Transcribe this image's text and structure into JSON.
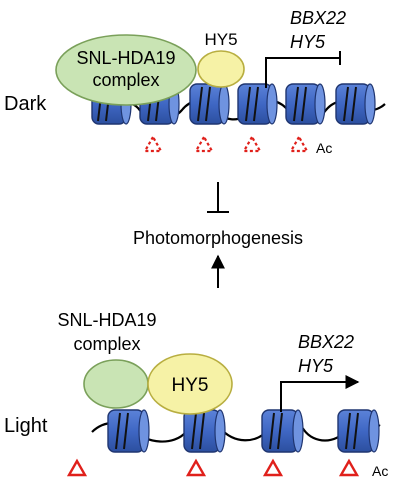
{
  "dark_panel": {
    "condition_label": "Dark",
    "complex_label_line1": "SNL-HDA19",
    "complex_label_line2": "complex",
    "tf_label": "HY5",
    "gene_label_line1": "BBX22",
    "gene_label_line2": "HY5",
    "acetylation_label": "Ac",
    "acetylation_marks": "dashed"
  },
  "center": {
    "process_label": "Photomorphogenesis",
    "dark_effect": "inhibits",
    "light_effect": "promotes"
  },
  "light_panel": {
    "condition_label": "Light",
    "complex_label_line1": "SNL-HDA19",
    "complex_label_line2": "complex",
    "tf_label": "HY5",
    "gene_label_line1": "BBX22",
    "gene_label_line2": "HY5",
    "acetylation_label": "Ac",
    "acetylation_marks": "solid"
  },
  "colors": {
    "nucleosome": "#3f67c4",
    "nucleosome_dark": "#2a4a9a",
    "complex_fill": "#c9e4b4",
    "complex_stroke": "#7aa05a",
    "tf_fill": "#f6f2a6",
    "tf_stroke": "#b8ae40",
    "acetyl_mark": "#e0201b"
  }
}
